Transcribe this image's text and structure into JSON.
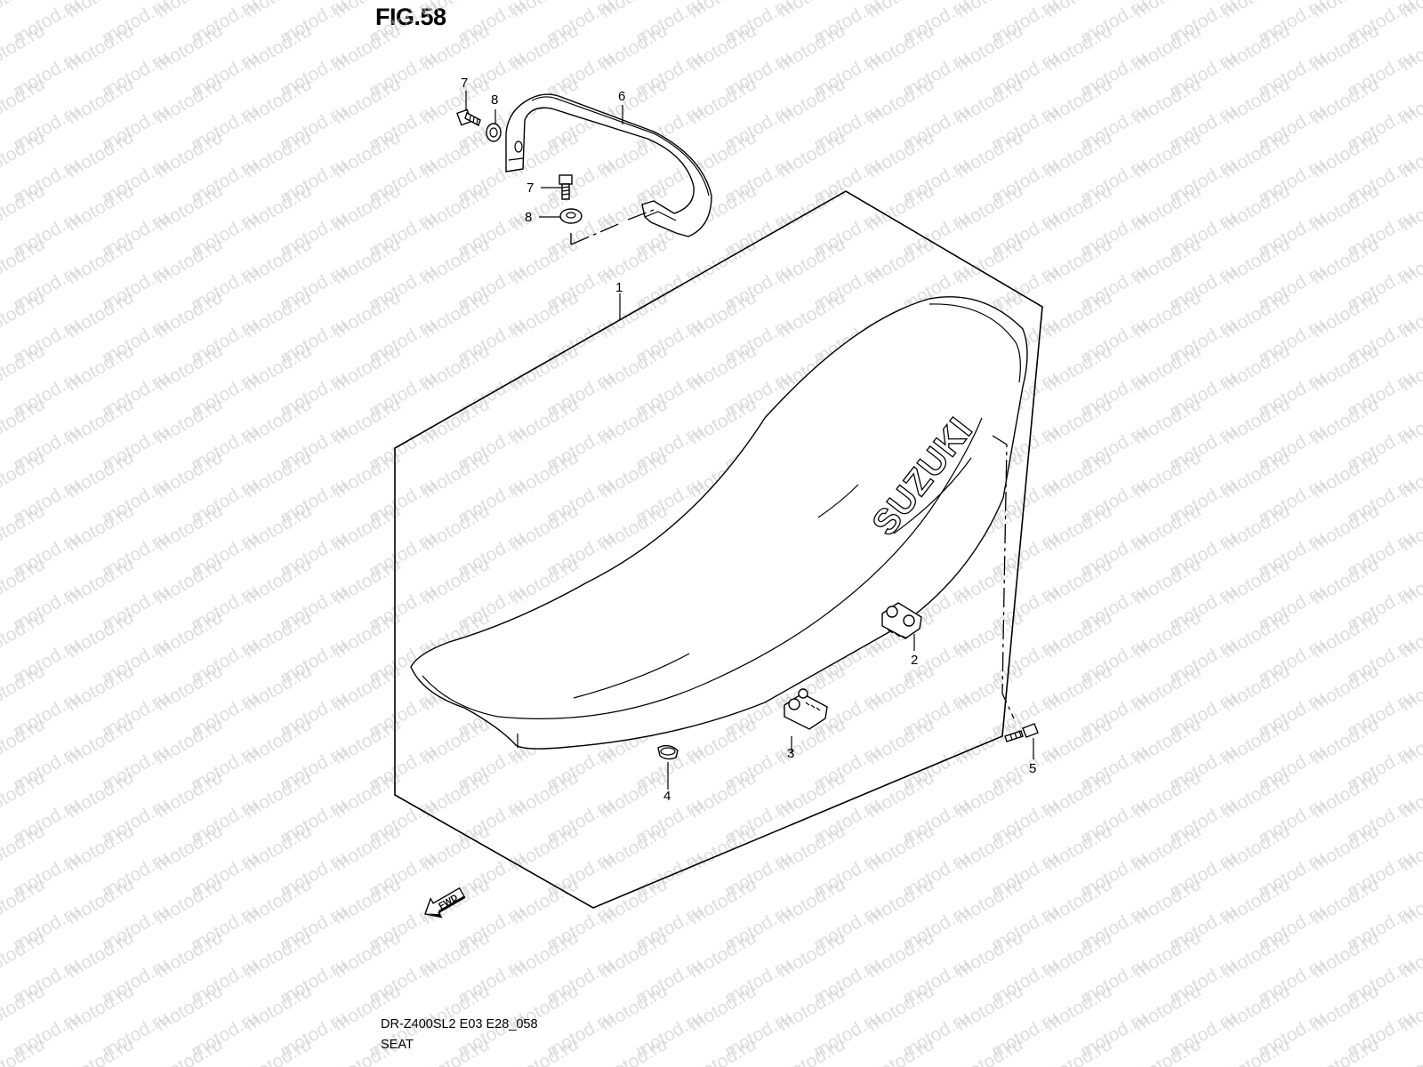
{
  "figure_title": "FIG.58",
  "footer": {
    "code": "DR-Z400SL2 E03 E28_058",
    "name": "SEAT"
  },
  "watermark": "motod.ru",
  "brand_text": "SUZUKI",
  "fwd_label": "FWD",
  "callouts": {
    "p1": "1",
    "p2": "2",
    "p3": "3",
    "p4": "4",
    "p5": "5",
    "p6": "6",
    "p7a": "7",
    "p7b": "7",
    "p8a": "8",
    "p8b": "8"
  },
  "colors": {
    "line": "#000000",
    "watermark": "#c4c4c4",
    "background": "#ffffff"
  }
}
